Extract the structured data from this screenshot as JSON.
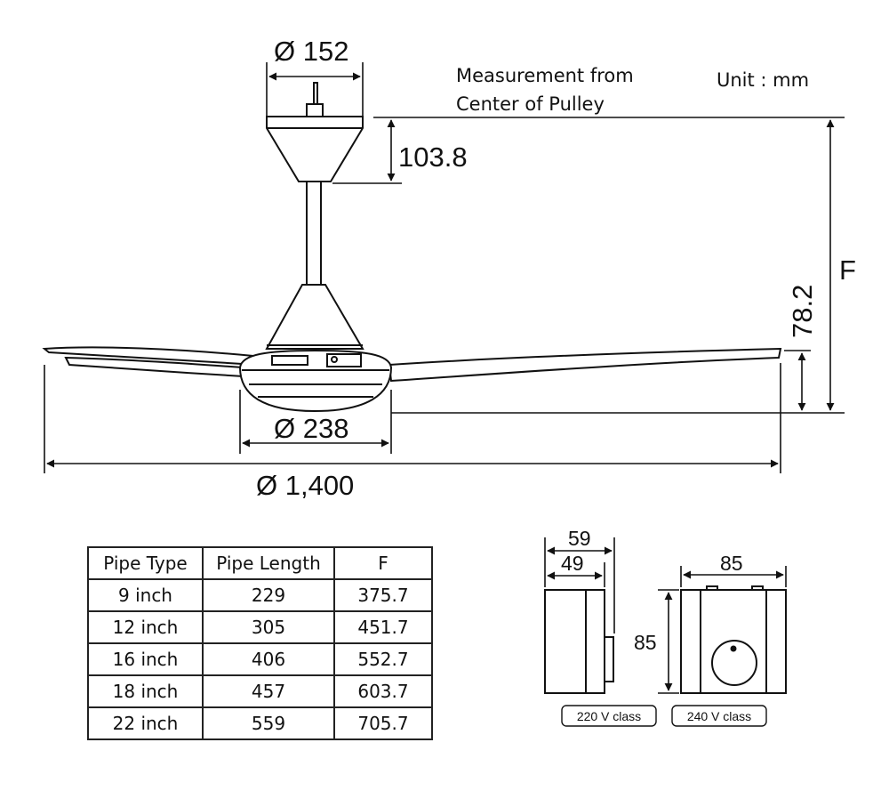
{
  "fan": {
    "top_diameter": "Ø 152",
    "canopy_height": "103.8",
    "motor_height": "78.2",
    "motor_diameter": "Ø 238",
    "blade_span": "Ø 1,400",
    "f_label": "F",
    "measurement_note_line1": "Measurement from",
    "measurement_note_line2": "Center of Pulley",
    "unit_note": "Unit : mm"
  },
  "table": {
    "headers": [
      "Pipe Type",
      "Pipe Length",
      "F"
    ],
    "rows": [
      [
        "9 inch",
        "229",
        "375.7"
      ],
      [
        "12 inch",
        "305",
        "451.7"
      ],
      [
        "16 inch",
        "406",
        "552.7"
      ],
      [
        "18 inch",
        "457",
        "603.7"
      ],
      [
        "22 inch",
        "559",
        "705.7"
      ]
    ]
  },
  "switch_boxes": {
    "box220_outer_width": "59",
    "box220_inner_width": "49",
    "box220_label": "220 V class",
    "box240_width": "85",
    "box240_height": "85",
    "box240_label": "240 V class"
  }
}
